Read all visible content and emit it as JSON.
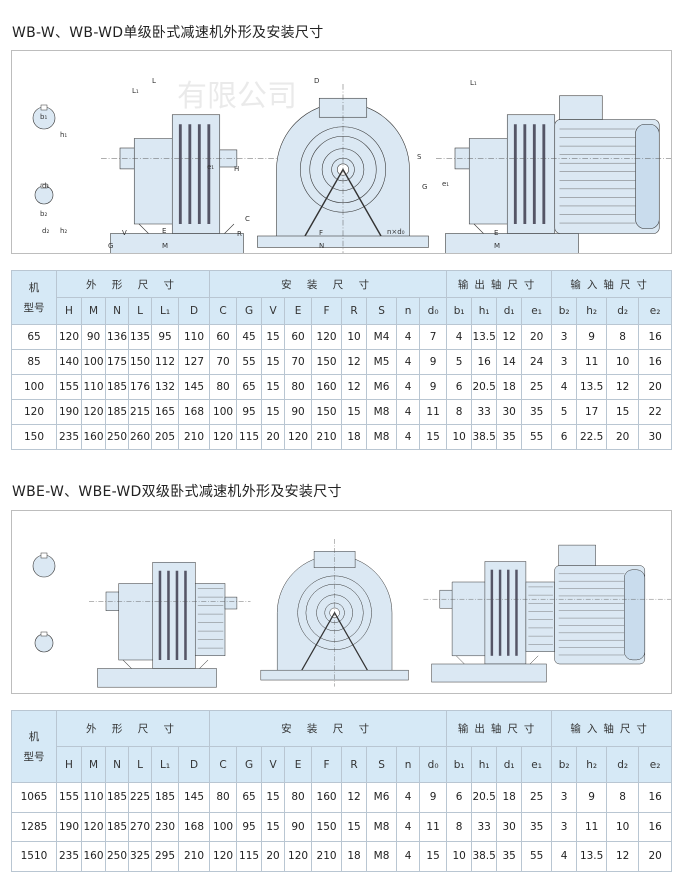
{
  "section1": {
    "title": "WB-W、WB-WD单级卧式减速机外形及安装尺寸",
    "watermark": "有限公司",
    "diagram_labels": {
      "L": "L",
      "L1": "L₁",
      "D": "D",
      "H": "H",
      "C": "C",
      "G": "G",
      "V": "V",
      "E": "E",
      "M": "M",
      "F": "F",
      "N": "N",
      "b1": "b₁",
      "h1": "h₁",
      "d1": "d₁",
      "b2": "b₂",
      "h2": "h₂",
      "d2": "d₂",
      "e1": "e₁",
      "e2": "e₂",
      "R": "R",
      "nd0": "n×d₀",
      "S": "S"
    },
    "table": {
      "group_headers": [
        "机\n型号",
        "外 形 尺 寸",
        "安 装 尺 寸",
        "输出轴尺寸",
        "输入轴尺寸"
      ],
      "columns": [
        "H",
        "M",
        "N",
        "L",
        "L₁",
        "D",
        "C",
        "G",
        "V",
        "E",
        "F",
        "R",
        "S",
        "n",
        "d₀",
        "b₁",
        "h₁",
        "d₁",
        "e₁",
        "b₂",
        "h₂",
        "d₂",
        "e₂"
      ],
      "rows": [
        [
          "65",
          "120",
          "90",
          "136",
          "135",
          "95",
          "110",
          "60",
          "45",
          "15",
          "60",
          "120",
          "10",
          "M4",
          "4",
          "7",
          "4",
          "13.5",
          "12",
          "20",
          "3",
          "9",
          "8",
          "16"
        ],
        [
          "85",
          "140",
          "100",
          "175",
          "150",
          "112",
          "127",
          "70",
          "55",
          "15",
          "70",
          "150",
          "12",
          "M5",
          "4",
          "9",
          "5",
          "16",
          "14",
          "24",
          "3",
          "11",
          "10",
          "16"
        ],
        [
          "100",
          "155",
          "110",
          "185",
          "176",
          "132",
          "145",
          "80",
          "65",
          "15",
          "80",
          "160",
          "12",
          "M6",
          "4",
          "9",
          "6",
          "20.5",
          "18",
          "25",
          "4",
          "13.5",
          "12",
          "20"
        ],
        [
          "120",
          "190",
          "120",
          "185",
          "215",
          "165",
          "168",
          "100",
          "95",
          "15",
          "90",
          "150",
          "15",
          "M8",
          "4",
          "11",
          "8",
          "33",
          "30",
          "35",
          "5",
          "17",
          "15",
          "22"
        ],
        [
          "150",
          "235",
          "160",
          "250",
          "260",
          "205",
          "210",
          "120",
          "115",
          "20",
          "120",
          "210",
          "18",
          "M8",
          "4",
          "15",
          "10",
          "38.5",
          "35",
          "55",
          "6",
          "22.5",
          "20",
          "30"
        ]
      ]
    }
  },
  "section2": {
    "title": "WBE-W、WBE-WD双级卧式减速机外形及安装尺寸",
    "table": {
      "group_headers": [
        "机\n型号",
        "外 形 尺 寸",
        "安 装 尺 寸",
        "输出轴尺寸",
        "输入轴尺寸"
      ],
      "columns": [
        "H",
        "M",
        "N",
        "L",
        "L₁",
        "D",
        "C",
        "G",
        "V",
        "E",
        "F",
        "R",
        "S",
        "n",
        "d₀",
        "b₁",
        "h₁",
        "d₁",
        "e₁",
        "b₂",
        "h₂",
        "d₂",
        "e₂"
      ],
      "rows": [
        [
          "1065",
          "155",
          "110",
          "185",
          "225",
          "185",
          "145",
          "80",
          "65",
          "15",
          "80",
          "160",
          "12",
          "M6",
          "4",
          "9",
          "6",
          "20.5",
          "18",
          "25",
          "3",
          "9",
          "8",
          "16"
        ],
        [
          "1285",
          "190",
          "120",
          "185",
          "270",
          "230",
          "168",
          "100",
          "95",
          "15",
          "90",
          "150",
          "15",
          "M8",
          "4",
          "11",
          "8",
          "33",
          "30",
          "35",
          "3",
          "11",
          "10",
          "16"
        ],
        [
          "1510",
          "235",
          "160",
          "250",
          "325",
          "295",
          "210",
          "120",
          "115",
          "20",
          "120",
          "210",
          "18",
          "M8",
          "4",
          "15",
          "10",
          "38.5",
          "35",
          "55",
          "4",
          "13.5",
          "12",
          "20"
        ]
      ]
    }
  },
  "colors": {
    "header_bg": "#d6e9f6",
    "machine_fill": "#dbe8f3",
    "border": "#b9c6d2"
  }
}
